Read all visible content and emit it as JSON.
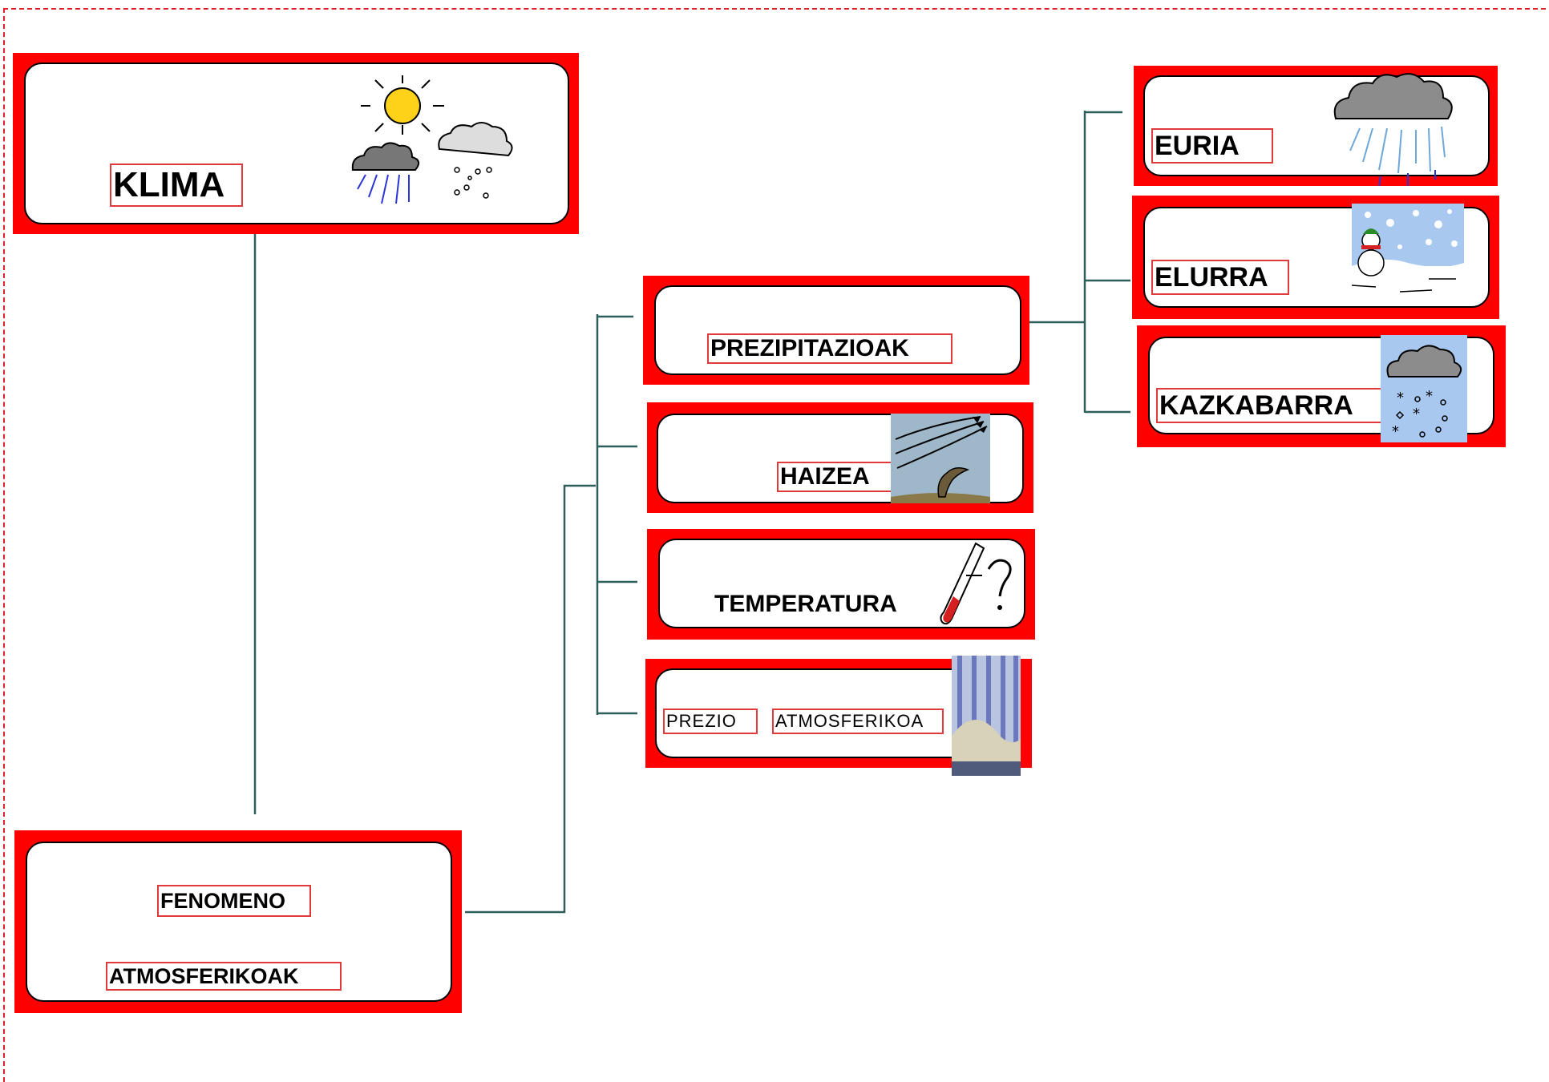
{
  "root": {
    "label": "KLIMA",
    "icon": "sun-cloud-rain-icon"
  },
  "phenomena": {
    "line1": "FENOMENO",
    "line2": "ATMOSFERIKOAK"
  },
  "categories": [
    {
      "label": "PREZIPITAZIOAK"
    },
    {
      "label": "HAIZEA",
      "icon": "wind-icon"
    },
    {
      "label": "TEMPERATURA",
      "icon": "thermometer-icon"
    },
    {
      "label_a": "PREZIO",
      "label_b": "ATMOSFERIKOA",
      "icon": "pressure-icon"
    }
  ],
  "precipitation": [
    {
      "label": "EURIA",
      "icon": "rain-cloud-icon"
    },
    {
      "label": "ELURRA",
      "icon": "snowman-icon"
    },
    {
      "label": "KAZKABARRA",
      "icon": "hail-icon"
    }
  ],
  "colors": {
    "box": "#ff0000",
    "connector": "#2f5f5a",
    "frame": "#e0202a"
  }
}
